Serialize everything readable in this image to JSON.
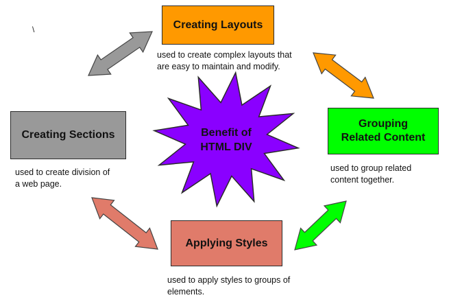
{
  "center": {
    "label": "Benefit of\nHTML DIV",
    "color": "#8a00ff"
  },
  "nodes": {
    "layouts": {
      "title": "Creating Layouts",
      "color": "#ff9900",
      "description": "used to create complex layouts that\nare easy to maintain and modify."
    },
    "grouping": {
      "title": "Grouping\nRelated Content",
      "color": "#00ff00",
      "description": "used to group related\ncontent together."
    },
    "styles": {
      "title": "Applying Styles",
      "color": "#e07b6a",
      "description": "used to apply styles to groups of\nelements."
    },
    "sections": {
      "title": "Creating Sections",
      "color": "#999999",
      "description": "used to create division of\na web page."
    }
  },
  "arrow_colors": {
    "sections_layouts": "#999999",
    "layouts_grouping": "#ff9900",
    "grouping_styles": "#00ff00",
    "styles_sections": "#e07b6a"
  }
}
